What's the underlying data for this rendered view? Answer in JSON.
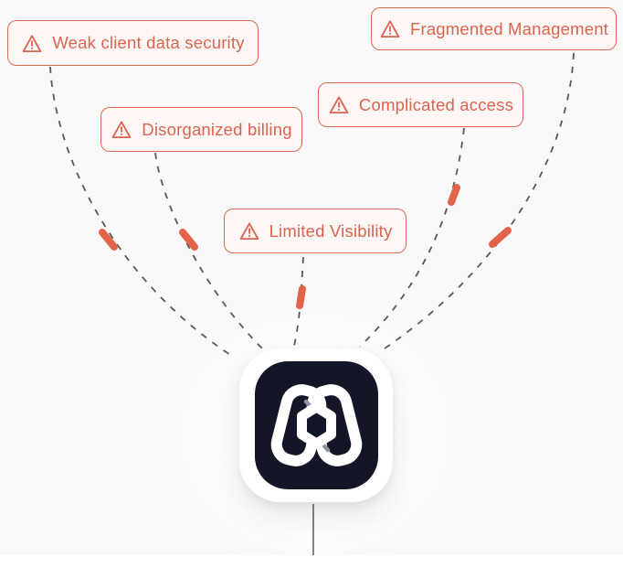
{
  "issues": [
    {
      "label": "Weak client data security",
      "icon": "warning-triangle-icon"
    },
    {
      "label": "Fragmented Management",
      "icon": "warning-triangle-icon"
    },
    {
      "label": "Disorganized billing",
      "icon": "warning-triangle-icon"
    },
    {
      "label": "Complicated access",
      "icon": "warning-triangle-icon"
    },
    {
      "label": "Limited Visibility",
      "icon": "warning-triangle-icon"
    }
  ],
  "center": {
    "icon": "moxo-app-logo-icon"
  },
  "colors": {
    "accent": "#DB6B55",
    "badge_text": "#D96450",
    "badge_background": "#FEF7F5",
    "pulse_segment": "#E16449",
    "dashed_line": "#57585B",
    "icon_dark": "#131626",
    "canvas_background": "#F9F9F9"
  }
}
